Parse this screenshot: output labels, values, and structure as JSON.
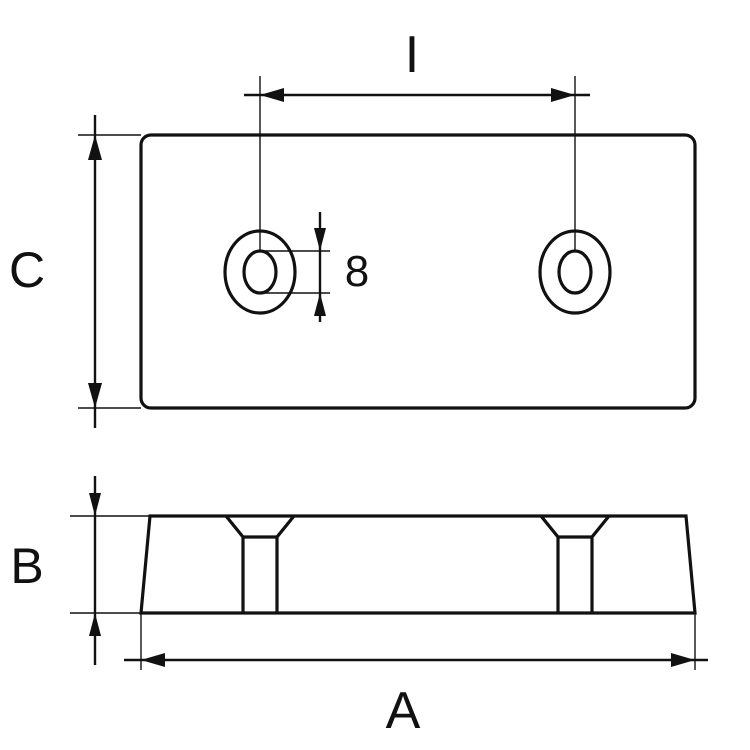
{
  "labels": {
    "hole_spacing": "I",
    "height": "C",
    "hole_diameter": "8",
    "thickness": "B",
    "length": "A"
  },
  "colors": {
    "line": "#111111",
    "background": "#ffffff"
  }
}
